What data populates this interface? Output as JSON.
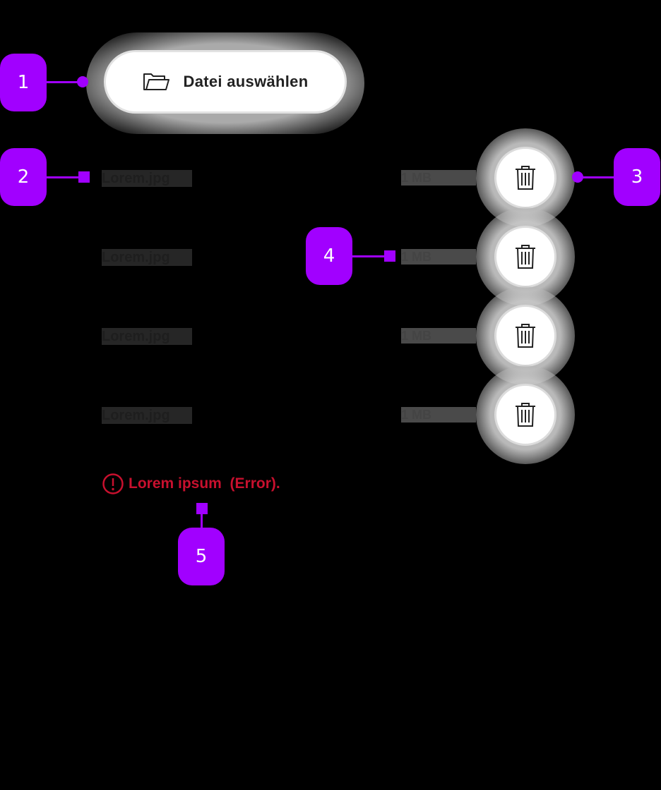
{
  "annotations": {
    "m1": "1",
    "m2": "2",
    "m3": "3",
    "m4": "4",
    "m5": "5"
  },
  "upload": {
    "label": "Datei auswählen",
    "icon": "folder-open-icon"
  },
  "files": [
    {
      "name": "Lorem.jpg",
      "size": "1 MB",
      "delete_icon": "trash-icon"
    },
    {
      "name": "Lorem.jpg",
      "size": "1 MB",
      "delete_icon": "trash-icon"
    },
    {
      "name": "Lorem.jpg",
      "size": "1 MB",
      "delete_icon": "trash-icon"
    },
    {
      "name": "Lorem.jpg",
      "size": "1 MB",
      "delete_icon": "trash-icon"
    }
  ],
  "error": {
    "text": "Lorem ipsum  (Error).",
    "icon": "error-circle-icon"
  },
  "colors": {
    "annotation": "#a100ff",
    "error": "#c8102e",
    "background": "#000000",
    "button": "#ffffff"
  }
}
